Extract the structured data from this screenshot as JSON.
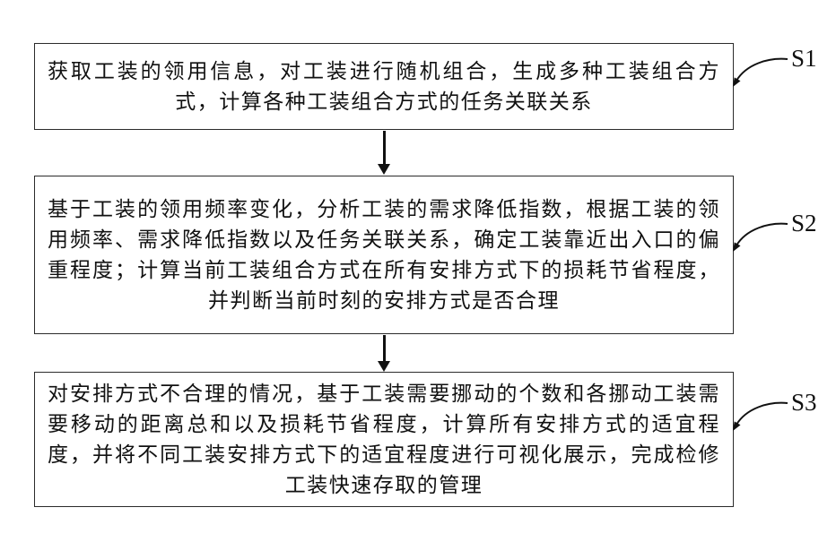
{
  "diagram": {
    "type": "flowchart",
    "background": "#ffffff",
    "colors": {
      "border": "#2b2b2b",
      "text": "#111111",
      "arrow": "#111111"
    },
    "steps": [
      {
        "id": "S1",
        "text": "获取工装的领用信息，对工装进行随机组合，生成多种工装组合方式，计算各种工装组合方式的任务关联关系"
      },
      {
        "id": "S2",
        "text": "基于工装的领用频率变化，分析工装的需求降低指数，根据工装的领用频率、需求降低指数以及任务关联关系，确定工装靠近出入口的偏重程度；计算当前工装组合方式在所有安排方式下的损耗节省程度，并判断当前时刻的安排方式是否合理"
      },
      {
        "id": "S3",
        "text": "对安排方式不合理的情况，基于工装需要挪动的个数和各挪动工装需要移动的距离总和以及损耗节省程度，计算所有安排方式的适宜程度，并将不同工装安排方式下的适宜程度进行可视化展示，完成检修工装快速存取的管理"
      }
    ]
  }
}
